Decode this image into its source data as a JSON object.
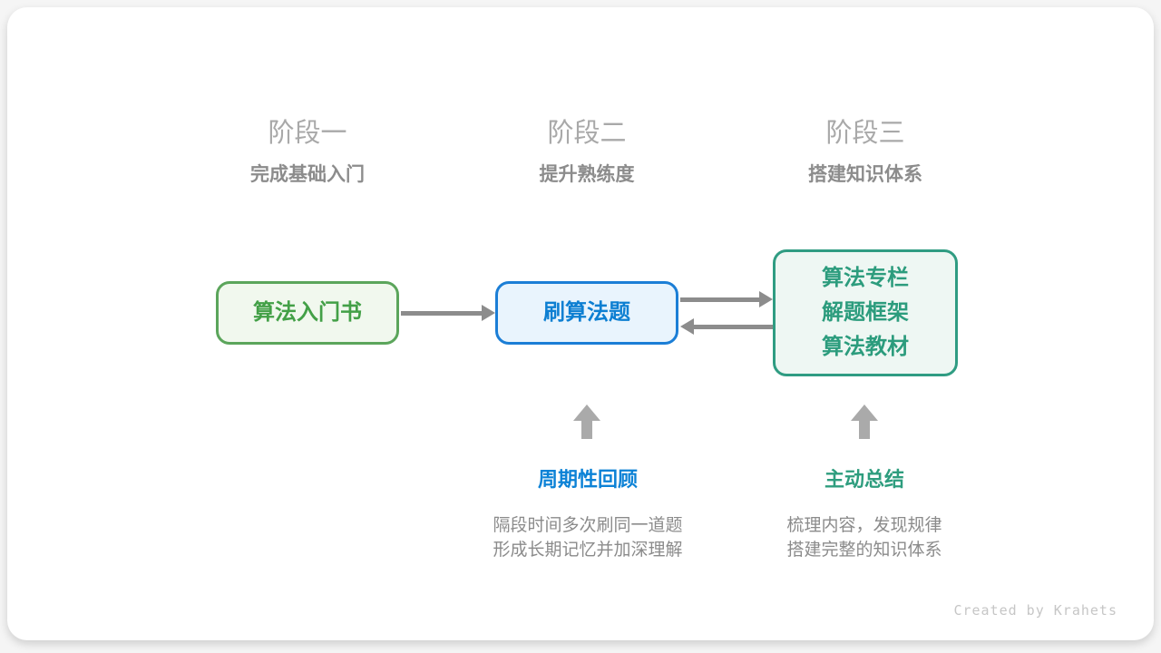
{
  "stages": [
    {
      "title": "阶段一",
      "subtitle": "完成基础入门"
    },
    {
      "title": "阶段二",
      "subtitle": "提升熟练度"
    },
    {
      "title": "阶段三",
      "subtitle": "搭建知识体系"
    }
  ],
  "nodes": [
    {
      "label": "算法入门书"
    },
    {
      "label": "刷算法题"
    },
    {
      "lines": [
        "算法专栏",
        "解题框架",
        "算法教材"
      ]
    }
  ],
  "callouts": [
    {
      "label": "周期性回顾",
      "desc_lines": [
        "隔段时间多次刷同一道题",
        "形成长期记忆并加深理解"
      ]
    },
    {
      "label": "主动总结",
      "desc_lines": [
        "梳理内容，发现规律",
        "搭建完整的知识体系"
      ]
    }
  ],
  "credit": "Created by Krahets",
  "colors": {
    "green_border": "#5ba55b",
    "green_bg": "#f1f8ee",
    "green_text": "#43a047",
    "blue_border": "#1b7ed6",
    "blue_bg": "#e9f4fd",
    "blue_text": "#0d7fd2",
    "teal_border": "#2f9c82",
    "teal_bg": "#eef7f3",
    "teal_text": "#2c9c7d",
    "arrow_gray": "#8c8c8c",
    "up_arrow_gray": "#aaaaaa",
    "stage_title_gray": "#a9a9a9",
    "text_gray": "#8b8b8b",
    "credit_gray": "#c6c6c6"
  }
}
